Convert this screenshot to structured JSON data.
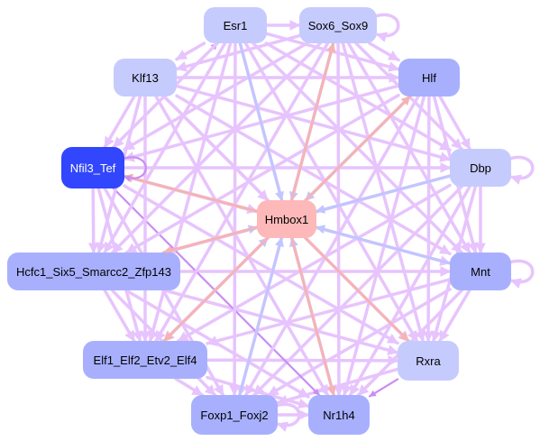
{
  "colors": {
    "edge_default": "#e7c4fd",
    "edge_strong": "#c98df5",
    "edge_red": "#f6b3b3",
    "edge_blue": "#c0c6ff",
    "node_light": "#c6cbfe",
    "node_mid": "#a8b0fe",
    "node_dark": "#3146fd",
    "node_center": "#fdb9b9"
  },
  "nodes": [
    {
      "id": "esr1",
      "label": "Esr1",
      "color": "#c6cbfe"
    },
    {
      "id": "sox6",
      "label": "Sox6_Sox9",
      "color": "#c6cbfe"
    },
    {
      "id": "klf13",
      "label": "Klf13",
      "color": "#c6cbfe"
    },
    {
      "id": "hlf",
      "label": "Hlf",
      "color": "#a8b0fe"
    },
    {
      "id": "nfil3",
      "label": "Nfil3_Tef",
      "color": "#3146fd"
    },
    {
      "id": "dbp",
      "label": "Dbp",
      "color": "#c6cbfe"
    },
    {
      "id": "hmbox1",
      "label": "Hmbox1",
      "color": "#fdb9b9"
    },
    {
      "id": "hcfc1",
      "label": "Hcfc1_Six5_Smarcc2_Zfp143",
      "color": "#a8b0fe"
    },
    {
      "id": "mnt",
      "label": "Mnt",
      "color": "#a8b0fe"
    },
    {
      "id": "elf1",
      "label": "Elf1_Elf2_Etv2_Elf4",
      "color": "#a8b0fe"
    },
    {
      "id": "rxra",
      "label": "Rxra",
      "color": "#c6cbfe"
    },
    {
      "id": "foxp1",
      "label": "Foxp1_Foxj2",
      "color": "#a8b0fe"
    },
    {
      "id": "nr1h4",
      "label": "Nr1h4",
      "color": "#a8b0fe"
    }
  ],
  "edges": [
    {
      "from": "esr1",
      "to": "sox6",
      "style": "default"
    },
    {
      "from": "esr1",
      "to": "klf13",
      "style": "default"
    },
    {
      "from": "esr1",
      "to": "hlf",
      "style": "default"
    },
    {
      "from": "esr1",
      "to": "nfil3",
      "style": "default"
    },
    {
      "from": "esr1",
      "to": "dbp",
      "style": "default"
    },
    {
      "from": "esr1",
      "to": "hcfc1",
      "style": "default"
    },
    {
      "from": "esr1",
      "to": "mnt",
      "style": "default"
    },
    {
      "from": "esr1",
      "to": "elf1",
      "style": "default"
    },
    {
      "from": "esr1",
      "to": "rxra",
      "style": "default"
    },
    {
      "from": "esr1",
      "to": "foxp1",
      "style": "default"
    },
    {
      "from": "esr1",
      "to": "nr1h4",
      "style": "default"
    },
    {
      "from": "sox6",
      "to": "klf13",
      "style": "default"
    },
    {
      "from": "sox6",
      "to": "hlf",
      "style": "default"
    },
    {
      "from": "sox6",
      "to": "nfil3",
      "style": "default"
    },
    {
      "from": "sox6",
      "to": "dbp",
      "style": "default"
    },
    {
      "from": "sox6",
      "to": "hcfc1",
      "style": "default"
    },
    {
      "from": "sox6",
      "to": "mnt",
      "style": "default"
    },
    {
      "from": "sox6",
      "to": "elf1",
      "style": "default"
    },
    {
      "from": "sox6",
      "to": "rxra",
      "style": "default"
    },
    {
      "from": "sox6",
      "to": "foxp1",
      "style": "default"
    },
    {
      "from": "sox6",
      "to": "nr1h4",
      "style": "default"
    },
    {
      "from": "klf13",
      "to": "hlf",
      "style": "default"
    },
    {
      "from": "klf13",
      "to": "nfil3",
      "style": "default"
    },
    {
      "from": "klf13",
      "to": "dbp",
      "style": "default"
    },
    {
      "from": "klf13",
      "to": "hcfc1",
      "style": "default"
    },
    {
      "from": "klf13",
      "to": "mnt",
      "style": "default"
    },
    {
      "from": "klf13",
      "to": "elf1",
      "style": "default"
    },
    {
      "from": "klf13",
      "to": "rxra",
      "style": "default"
    },
    {
      "from": "klf13",
      "to": "nr1h4",
      "style": "default"
    },
    {
      "from": "hlf",
      "to": "nfil3",
      "style": "default"
    },
    {
      "from": "hlf",
      "to": "dbp",
      "style": "default"
    },
    {
      "from": "hlf",
      "to": "hcfc1",
      "style": "default"
    },
    {
      "from": "hlf",
      "to": "mnt",
      "style": "default"
    },
    {
      "from": "hlf",
      "to": "elf1",
      "style": "default"
    },
    {
      "from": "hlf",
      "to": "rxra",
      "style": "default"
    },
    {
      "from": "hlf",
      "to": "foxp1",
      "style": "default"
    },
    {
      "from": "hlf",
      "to": "nr1h4",
      "style": "default"
    },
    {
      "from": "nfil3",
      "to": "dbp",
      "style": "default"
    },
    {
      "from": "nfil3",
      "to": "hcfc1",
      "style": "default"
    },
    {
      "from": "nfil3",
      "to": "mnt",
      "style": "default"
    },
    {
      "from": "nfil3",
      "to": "elf1",
      "style": "default"
    },
    {
      "from": "nfil3",
      "to": "rxra",
      "style": "default"
    },
    {
      "from": "nfil3",
      "to": "foxp1",
      "style": "default"
    },
    {
      "from": "nfil3",
      "to": "nr1h4",
      "style": "strong"
    },
    {
      "from": "nfil3",
      "to": "esr1",
      "style": "strong"
    },
    {
      "from": "dbp",
      "to": "hcfc1",
      "style": "default"
    },
    {
      "from": "dbp",
      "to": "mnt",
      "style": "default"
    },
    {
      "from": "dbp",
      "to": "elf1",
      "style": "default"
    },
    {
      "from": "dbp",
      "to": "rxra",
      "style": "default"
    },
    {
      "from": "dbp",
      "to": "foxp1",
      "style": "default"
    },
    {
      "from": "dbp",
      "to": "nr1h4",
      "style": "default"
    },
    {
      "from": "hcfc1",
      "to": "mnt",
      "style": "default"
    },
    {
      "from": "hcfc1",
      "to": "elf1",
      "style": "default"
    },
    {
      "from": "hcfc1",
      "to": "rxra",
      "style": "default"
    },
    {
      "from": "hcfc1",
      "to": "foxp1",
      "style": "default"
    },
    {
      "from": "hcfc1",
      "to": "nr1h4",
      "style": "default"
    },
    {
      "from": "mnt",
      "to": "elf1",
      "style": "default"
    },
    {
      "from": "mnt",
      "to": "rxra",
      "style": "default"
    },
    {
      "from": "mnt",
      "to": "foxp1",
      "style": "default"
    },
    {
      "from": "mnt",
      "to": "nr1h4",
      "style": "default"
    },
    {
      "from": "elf1",
      "to": "rxra",
      "style": "default"
    },
    {
      "from": "elf1",
      "to": "foxp1",
      "style": "default"
    },
    {
      "from": "elf1",
      "to": "nr1h4",
      "style": "default"
    },
    {
      "from": "rxra",
      "to": "foxp1",
      "style": "default"
    },
    {
      "from": "rxra",
      "to": "nr1h4",
      "style": "strong"
    },
    {
      "from": "foxp1",
      "to": "nr1h4",
      "style": "default"
    },
    {
      "from": "esr1",
      "to": "hmbox1",
      "style": "blue"
    },
    {
      "from": "sox6",
      "to": "hmbox1",
      "style": "blue"
    },
    {
      "from": "klf13",
      "to": "hmbox1",
      "style": "default"
    },
    {
      "from": "hlf",
      "to": "hmbox1",
      "style": "blue"
    },
    {
      "from": "nfil3",
      "to": "hmbox1",
      "style": "default"
    },
    {
      "from": "dbp",
      "to": "hmbox1",
      "style": "blue"
    },
    {
      "from": "hcfc1",
      "to": "hmbox1",
      "style": "blue"
    },
    {
      "from": "mnt",
      "to": "hmbox1",
      "style": "blue"
    },
    {
      "from": "elf1",
      "to": "hmbox1",
      "style": "blue"
    },
    {
      "from": "foxp1",
      "to": "hmbox1",
      "style": "blue"
    },
    {
      "from": "nr1h4",
      "to": "hmbox1",
      "style": "blue"
    },
    {
      "from": "hmbox1",
      "to": "sox6",
      "style": "red"
    },
    {
      "from": "hmbox1",
      "to": "hlf",
      "style": "red"
    },
    {
      "from": "hmbox1",
      "to": "nr1h4",
      "style": "red"
    },
    {
      "from": "hmbox1",
      "to": "rxra",
      "style": "red"
    },
    {
      "from": "hmbox1",
      "to": "hcfc1",
      "style": "red"
    },
    {
      "from": "hmbox1",
      "to": "elf1",
      "style": "red"
    },
    {
      "from": "hmbox1",
      "to": "nfil3",
      "style": "red"
    }
  ],
  "self_loops": [
    {
      "node": "sox6",
      "side": "right",
      "style": "default"
    },
    {
      "node": "nfil3",
      "side": "right",
      "style": "strong"
    },
    {
      "node": "dbp",
      "side": "right",
      "style": "default"
    },
    {
      "node": "mnt",
      "side": "right",
      "style": "default"
    },
    {
      "node": "foxp1",
      "side": "right",
      "style": "default"
    }
  ]
}
